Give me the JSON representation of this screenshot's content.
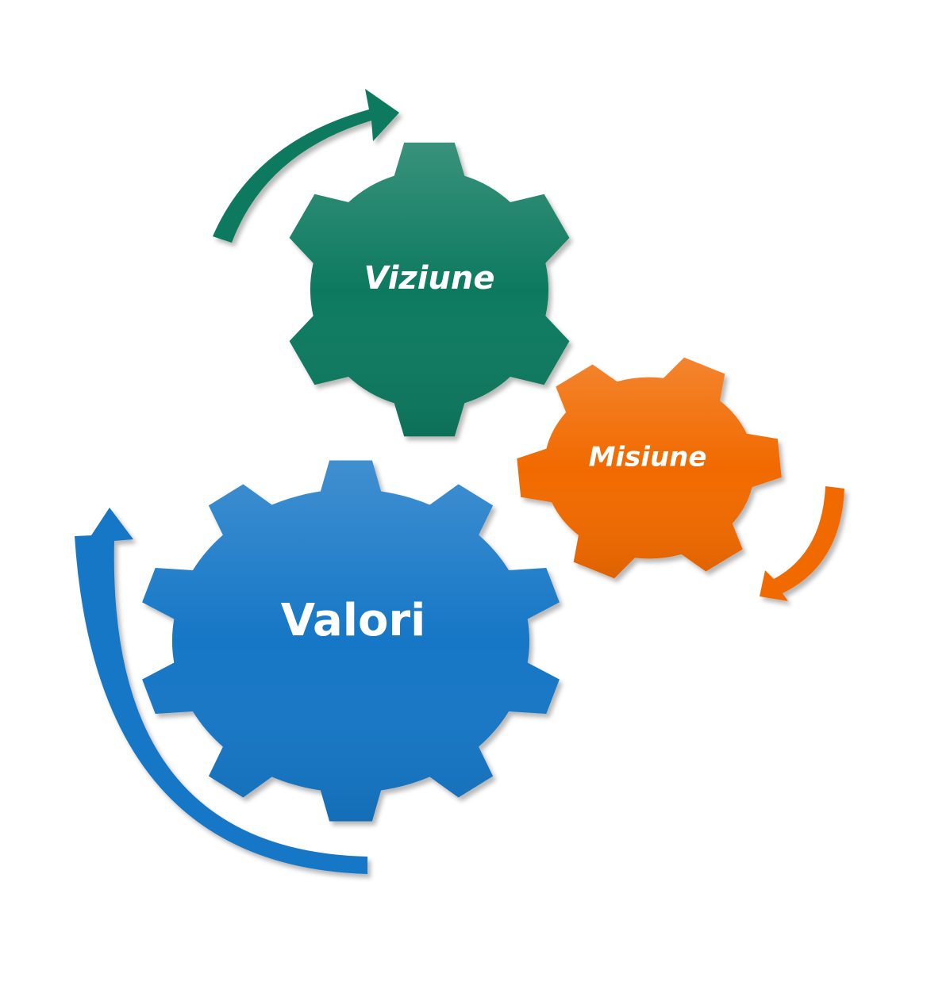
{
  "diagram": {
    "gears": [
      {
        "id": "viziune",
        "label": "Viziune",
        "color": "#087a5e"
      },
      {
        "id": "misiune",
        "label": "Misiune",
        "color": "#f16b06"
      },
      {
        "id": "valori",
        "label": "Valori",
        "color": "#1777c6"
      }
    ],
    "arrows": [
      {
        "id": "viziune-arrow",
        "color": "#087a5e",
        "direction": "clockwise"
      },
      {
        "id": "misiune-arrow",
        "color": "#f16b06",
        "direction": "clockwise"
      },
      {
        "id": "valori-arrow",
        "color": "#1777c6",
        "direction": "clockwise"
      }
    ]
  }
}
